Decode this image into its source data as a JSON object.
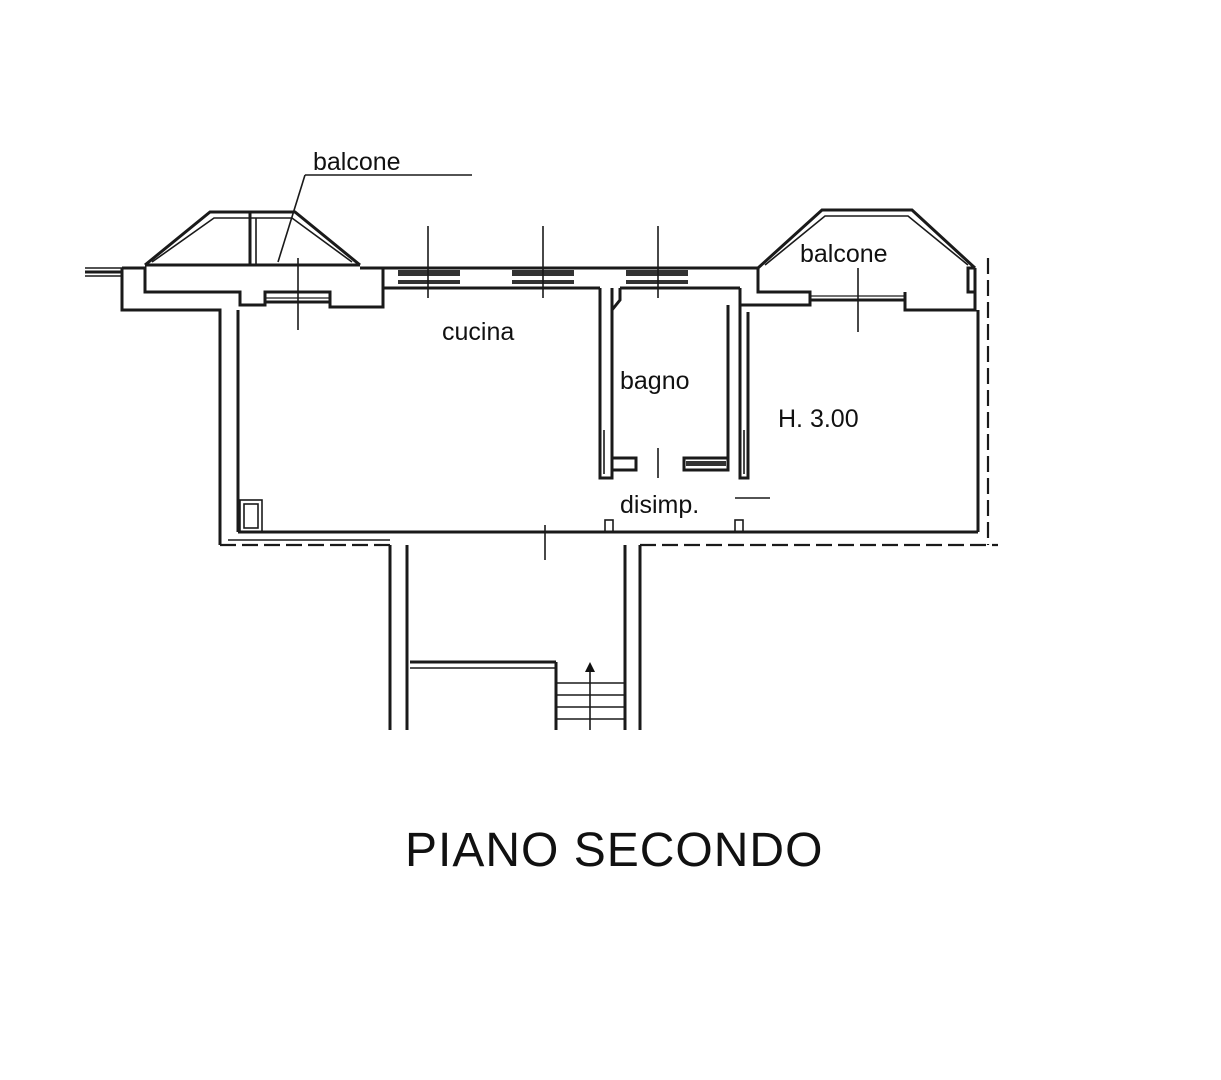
{
  "floor_plan": {
    "title": "PIANO SECONDO",
    "rooms": {
      "balcone_left": "balcone",
      "balcone_right": "balcone",
      "cucina": "cucina",
      "bagno": "bagno",
      "disimpegno": "disimp.",
      "height_note": "H. 3.00"
    }
  }
}
